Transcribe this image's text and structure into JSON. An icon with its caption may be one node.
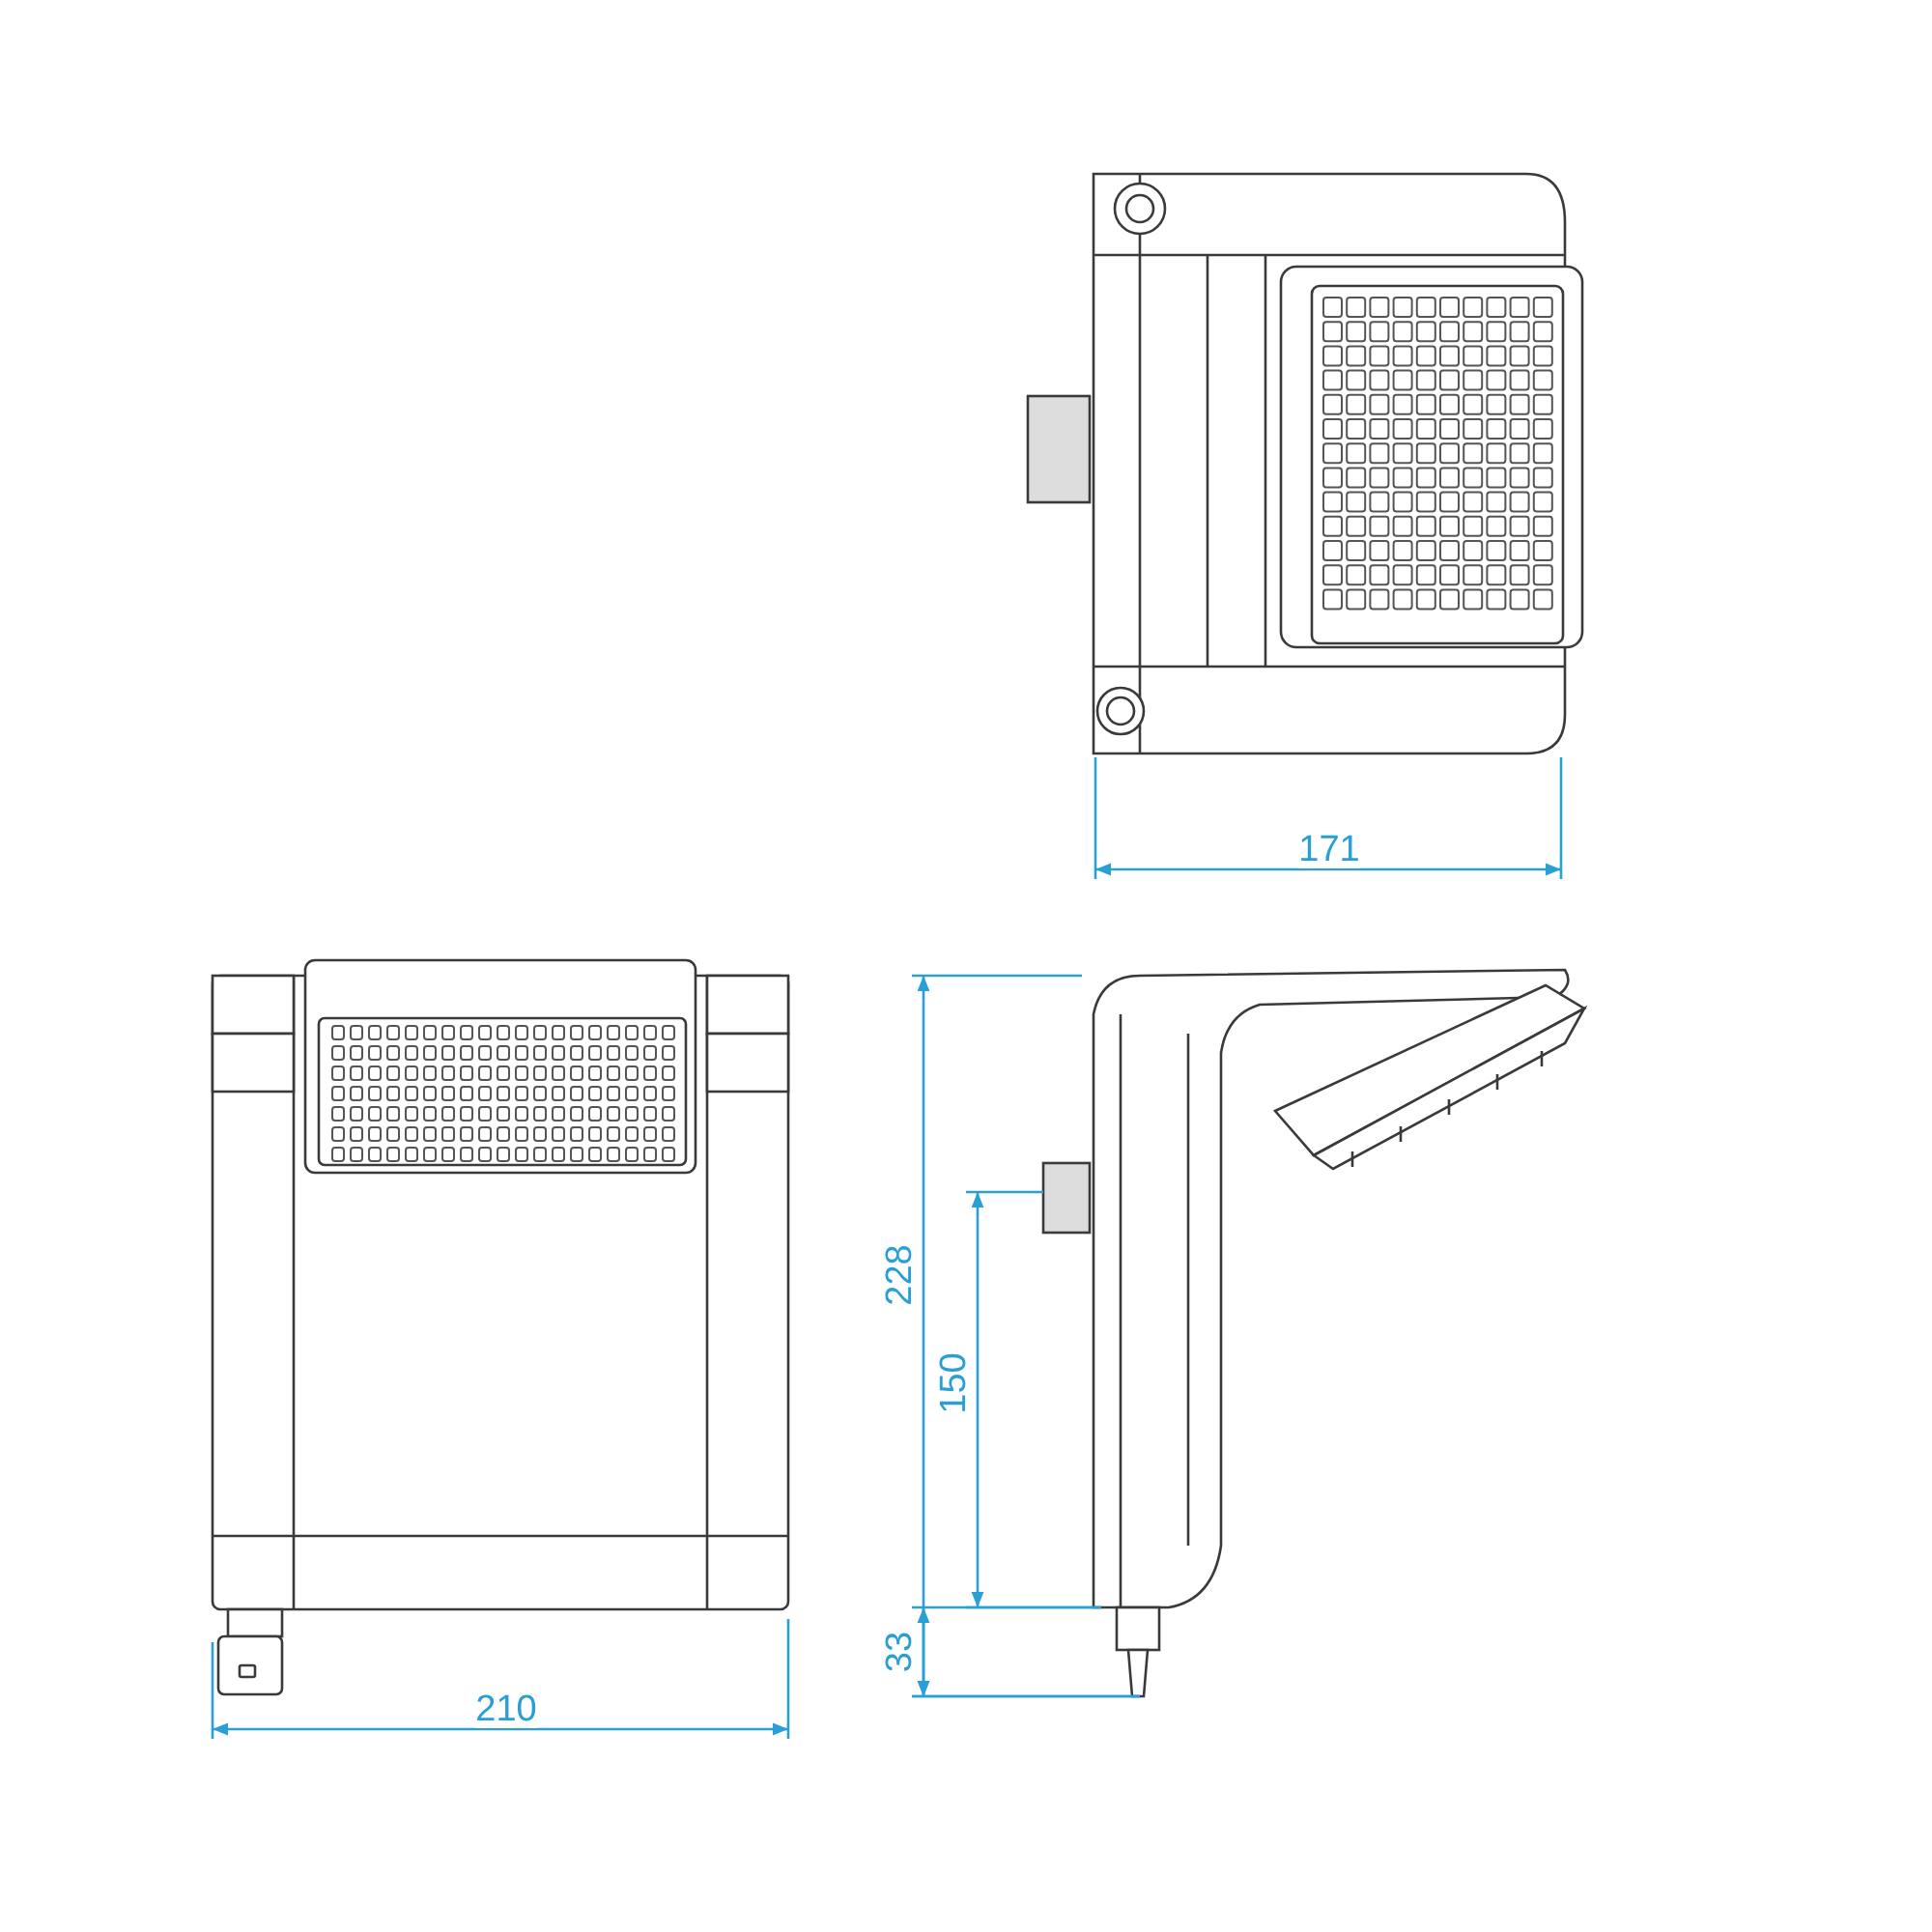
{
  "diagram": {
    "labels": [
      "171",
      "228",
      "150",
      "33",
      "210"
    ]
  }
}
